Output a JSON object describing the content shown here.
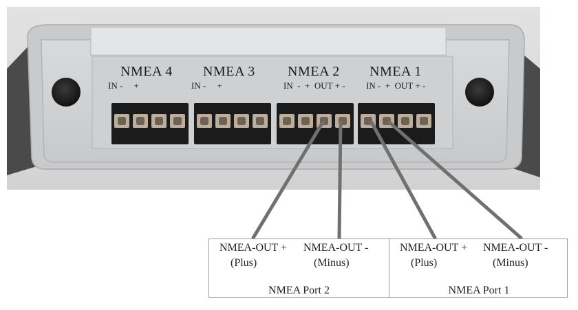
{
  "device": {
    "ports": [
      {
        "name": "NMEA 4",
        "pins": "IN -     +"
      },
      {
        "name": "NMEA 3",
        "pins": "IN -     +"
      },
      {
        "name": "NMEA 2",
        "pins": "IN  -  +  OUT + -"
      },
      {
        "name": "NMEA 1",
        "pins": "IN -  +  OUT + -"
      }
    ]
  },
  "legend": {
    "port2": {
      "plus_label": "NMEA-OUT +",
      "plus_sub": "(Plus)",
      "minus_label": "NMEA-OUT -",
      "minus_sub": "(Minus)",
      "name": "NMEA Port 2"
    },
    "port1": {
      "plus_label": "NMEA-OUT +",
      "plus_sub": "(Plus)",
      "minus_label": "NMEA-OUT -",
      "minus_sub": "(Minus)",
      "name": "NMEA Port 1"
    }
  },
  "colors": {
    "panel": "#cfd0d1",
    "housing": "#dcdcdc",
    "terminal": "#1b1b1b",
    "wire": "#707070",
    "screw": "#bcae9a"
  }
}
